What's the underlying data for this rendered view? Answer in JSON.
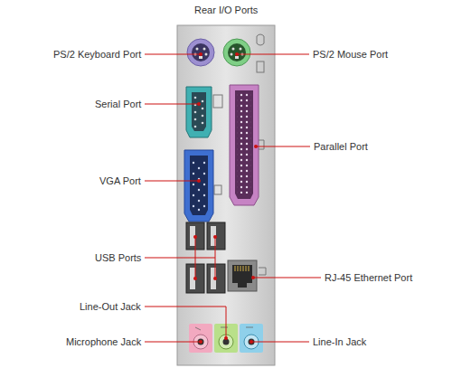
{
  "diagram": {
    "title": "Rear I/O Ports",
    "labels": [
      "PS/2 Keyboard Port",
      "PS/2 Mouse Port",
      "Serial Port",
      "Parallel Port",
      "VGA Port",
      "USB Ports",
      "RJ-45 Ethernet Port",
      "Line-Out Jack",
      "Microphone Jack",
      "Line-In Jack"
    ]
  }
}
